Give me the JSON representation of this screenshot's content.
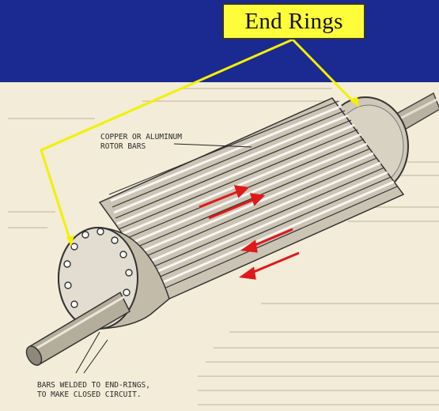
{
  "title": "End Rings",
  "labels": {
    "bars_line1": "COPPER OR ALUMINUM",
    "bars_line2": "ROTOR BARS",
    "welded_line1": "BARS WELDED TO END-RINGS,",
    "welded_line2": "TO MAKE CLOSED CIRCUIT."
  },
  "colors": {
    "banner": "#1b2a90",
    "callout": "#fefd3a",
    "current_arrows": "#e0191b",
    "paper": "#f2ecd9"
  },
  "icons": [
    "callout-arrow-icon",
    "current-arrow-icon"
  ]
}
